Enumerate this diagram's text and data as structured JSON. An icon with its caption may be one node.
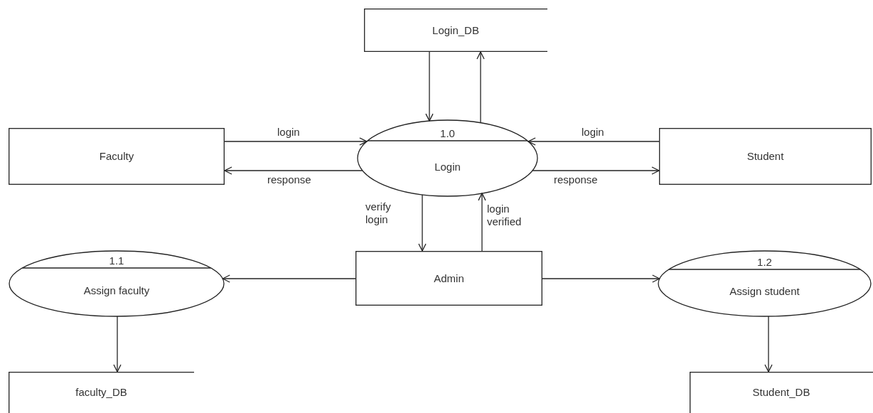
{
  "diagram": {
    "nodes": [
      {
        "text": [
          "Login_DB"
        ]
      },
      {
        "text": [
          "1.0",
          "Login"
        ]
      },
      {
        "text": [
          "Faculty"
        ]
      },
      {
        "text": [
          "Student"
        ]
      },
      {
        "text": [
          "Admin"
        ]
      },
      {
        "text": [
          "1.1",
          "Assign faculty"
        ]
      },
      {
        "text": [
          "1.2",
          "Assign student"
        ]
      },
      {
        "text": [
          "faculty_DB"
        ]
      },
      {
        "text": [
          "Student_DB"
        ]
      }
    ],
    "edges": [
      {
        "from": 0,
        "to": 1,
        "arrow": "to"
      },
      {
        "from": 1,
        "to": 0,
        "arrow": "to"
      },
      {
        "from": 2,
        "to": 1,
        "arrow": "to",
        "label": "login"
      },
      {
        "from": 1,
        "to": 2,
        "arrow": "to",
        "label": "response"
      },
      {
        "from": 3,
        "to": 1,
        "arrow": "to",
        "label": "login"
      },
      {
        "from": 1,
        "to": 3,
        "arrow": "to",
        "label": "response"
      },
      {
        "from": 1,
        "to": 4,
        "arrow": "to",
        "label": "verify login"
      },
      {
        "from": 4,
        "to": 1,
        "arrow": "to",
        "label": "login verified"
      },
      {
        "from": 4,
        "to": 5,
        "arrow": "to"
      },
      {
        "from": 4,
        "to": 6,
        "arrow": "to"
      },
      {
        "from": 5,
        "to": 7,
        "arrow": "to"
      },
      {
        "from": 6,
        "to": 8,
        "arrow": "to"
      }
    ]
  }
}
